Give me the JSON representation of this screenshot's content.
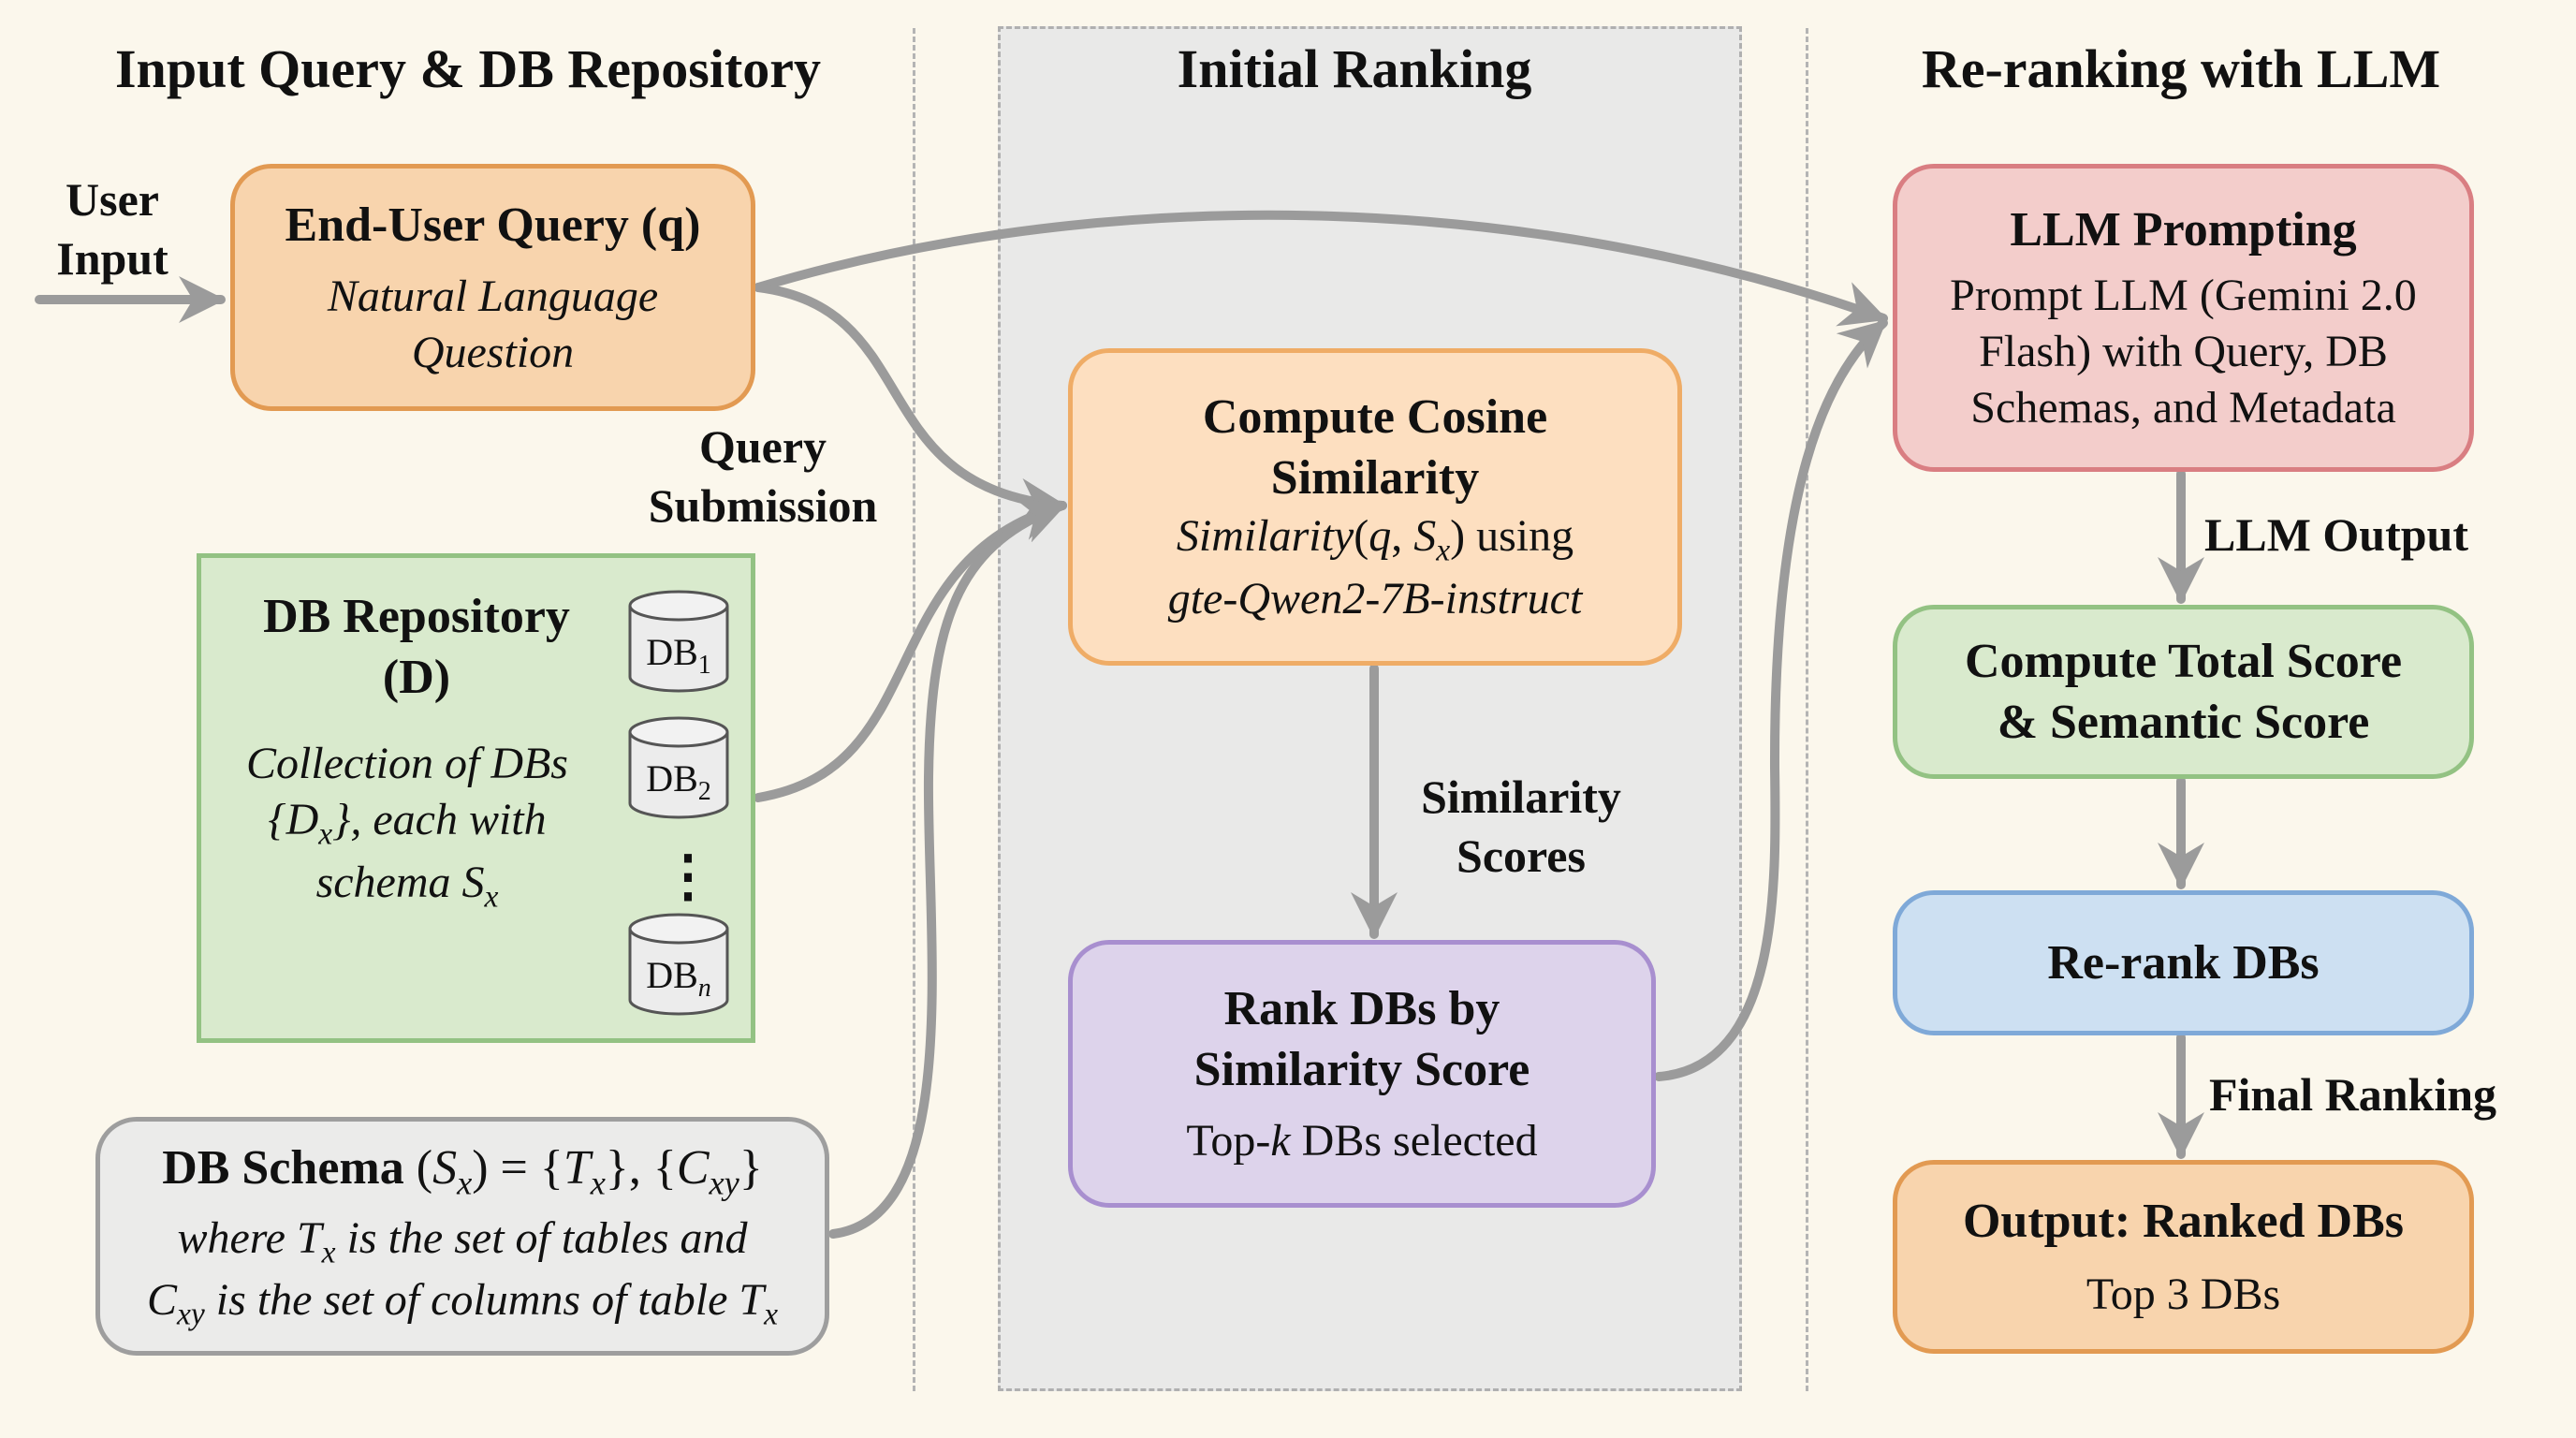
{
  "sections": {
    "left": "Input Query & DB Repository",
    "middle": "Initial Ranking",
    "right": "Re-ranking with LLM"
  },
  "user_input_label": [
    "User",
    "Input"
  ],
  "query_submission_label": [
    "Query",
    "Submission"
  ],
  "end_user_query": {
    "title": "End-User Query (q)",
    "subtitle": [
      "Natural Language",
      "Question"
    ]
  },
  "db_repository": {
    "title": [
      "DB Repository",
      "(D)"
    ],
    "description": [
      "Collection of DBs",
      "{D_x}, each with",
      "schema S_x"
    ],
    "databases": [
      {
        "name": "DB",
        "sub": "1"
      },
      {
        "name": "DB",
        "sub": "2"
      },
      {
        "name": "DB",
        "sub": "n"
      }
    ],
    "ellipsis": "⋮"
  },
  "db_schema": {
    "title": "DB Schema (S_x) = {T_x}, {C_xy}",
    "line1": "where T_x is the set of tables and",
    "line2": "C_xy is the set of columns of table T_x"
  },
  "compute_cosine": {
    "title": [
      "Compute Cosine",
      "Similarity"
    ],
    "formula": "Similarity(q, S_x) using",
    "model": "gte-Qwen2-7B-instruct"
  },
  "similarity_scores_label": [
    "Similarity",
    "Scores"
  ],
  "rank_dbs": {
    "title": [
      "Rank DBs by",
      "Similarity Score"
    ],
    "subtitle_prefix": "Top-",
    "subtitle_k": "k",
    "subtitle_suffix": " DBs selected"
  },
  "llm_prompting": {
    "title": "LLM Prompting",
    "body": [
      "Prompt LLM (Gemini 2.0",
      "Flash) with Query, DB",
      "Schemas, and Metadata"
    ]
  },
  "llm_output_label": "LLM Output",
  "compute_total": {
    "title": [
      "Compute Total Score",
      "& Semantic Score"
    ]
  },
  "rerank": {
    "title": "Re-rank DBs"
  },
  "final_ranking_label": "Final Ranking",
  "output": {
    "title": "Output: Ranked DBs",
    "subtitle": "Top 3 DBs"
  },
  "colors": {
    "arrow": "#9b9b9b",
    "background": "#fbf7ec",
    "panel": "#e9e9e8"
  }
}
